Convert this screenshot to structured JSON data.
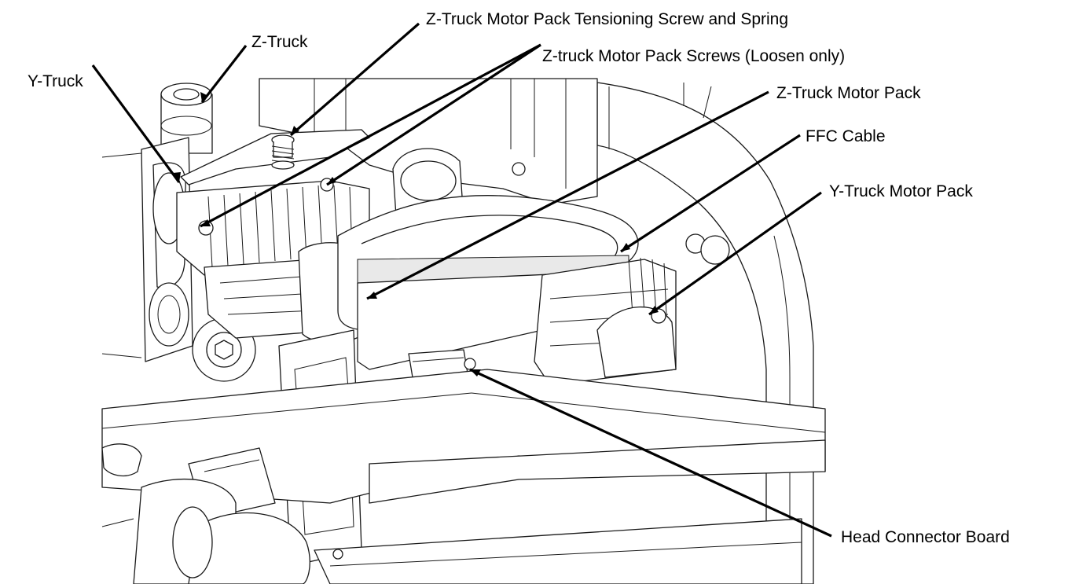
{
  "labels": {
    "z_truck": "Z-Truck",
    "y_truck": "Y-Truck",
    "tensioning_screw": "Z-Truck Motor Pack Tensioning Screw and Spring",
    "motor_pack_screws": "Z-truck Motor Pack Screws (Loosen only)",
    "z_motor_pack": "Z-Truck Motor Pack",
    "ffc_cable": "FFC Cable",
    "y_motor_pack": "Y-Truck Motor Pack",
    "head_connector": "Head Connector Board"
  },
  "colors": {
    "line": "#000000",
    "background": "#ffffff"
  }
}
